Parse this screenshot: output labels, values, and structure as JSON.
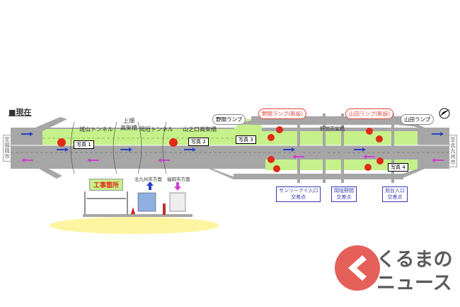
{
  "heading": "■現在",
  "labels": {
    "tunnel1": "城山トンネル",
    "bridge1": "上畑\n高架橋",
    "tunnel2": "岡垣トンネル",
    "bridge2": "山之口高架橋",
    "bridge3": "野間高架橋"
  },
  "ramps": {
    "noma": "野間ランプ",
    "noma_new": "野間ランプ(新設)",
    "yamada_new": "山田ランプ(新設)",
    "yamada": "山田ランプ"
  },
  "photos": [
    "写真 1",
    "写真 2",
    "写真 3",
    "写真 4"
  ],
  "intersections": [
    "サンリーアイ入口\n交差点",
    "岡垣野間\n交差点",
    "旭台入口\n交差点"
  ],
  "ends": {
    "left": "至 福岡市",
    "right": "至 北九州市"
  },
  "legend": {
    "work_zone": "工事箇所",
    "dir_north": "北九州市方面",
    "dir_south": "福岡市方面"
  },
  "colors": {
    "road": "#a6a6a6",
    "green": "#c6f08a",
    "blue": "#2b3fc0",
    "pink": "#d040d0",
    "red": "#e02a1a"
  },
  "watermark": "くるまのニュース"
}
